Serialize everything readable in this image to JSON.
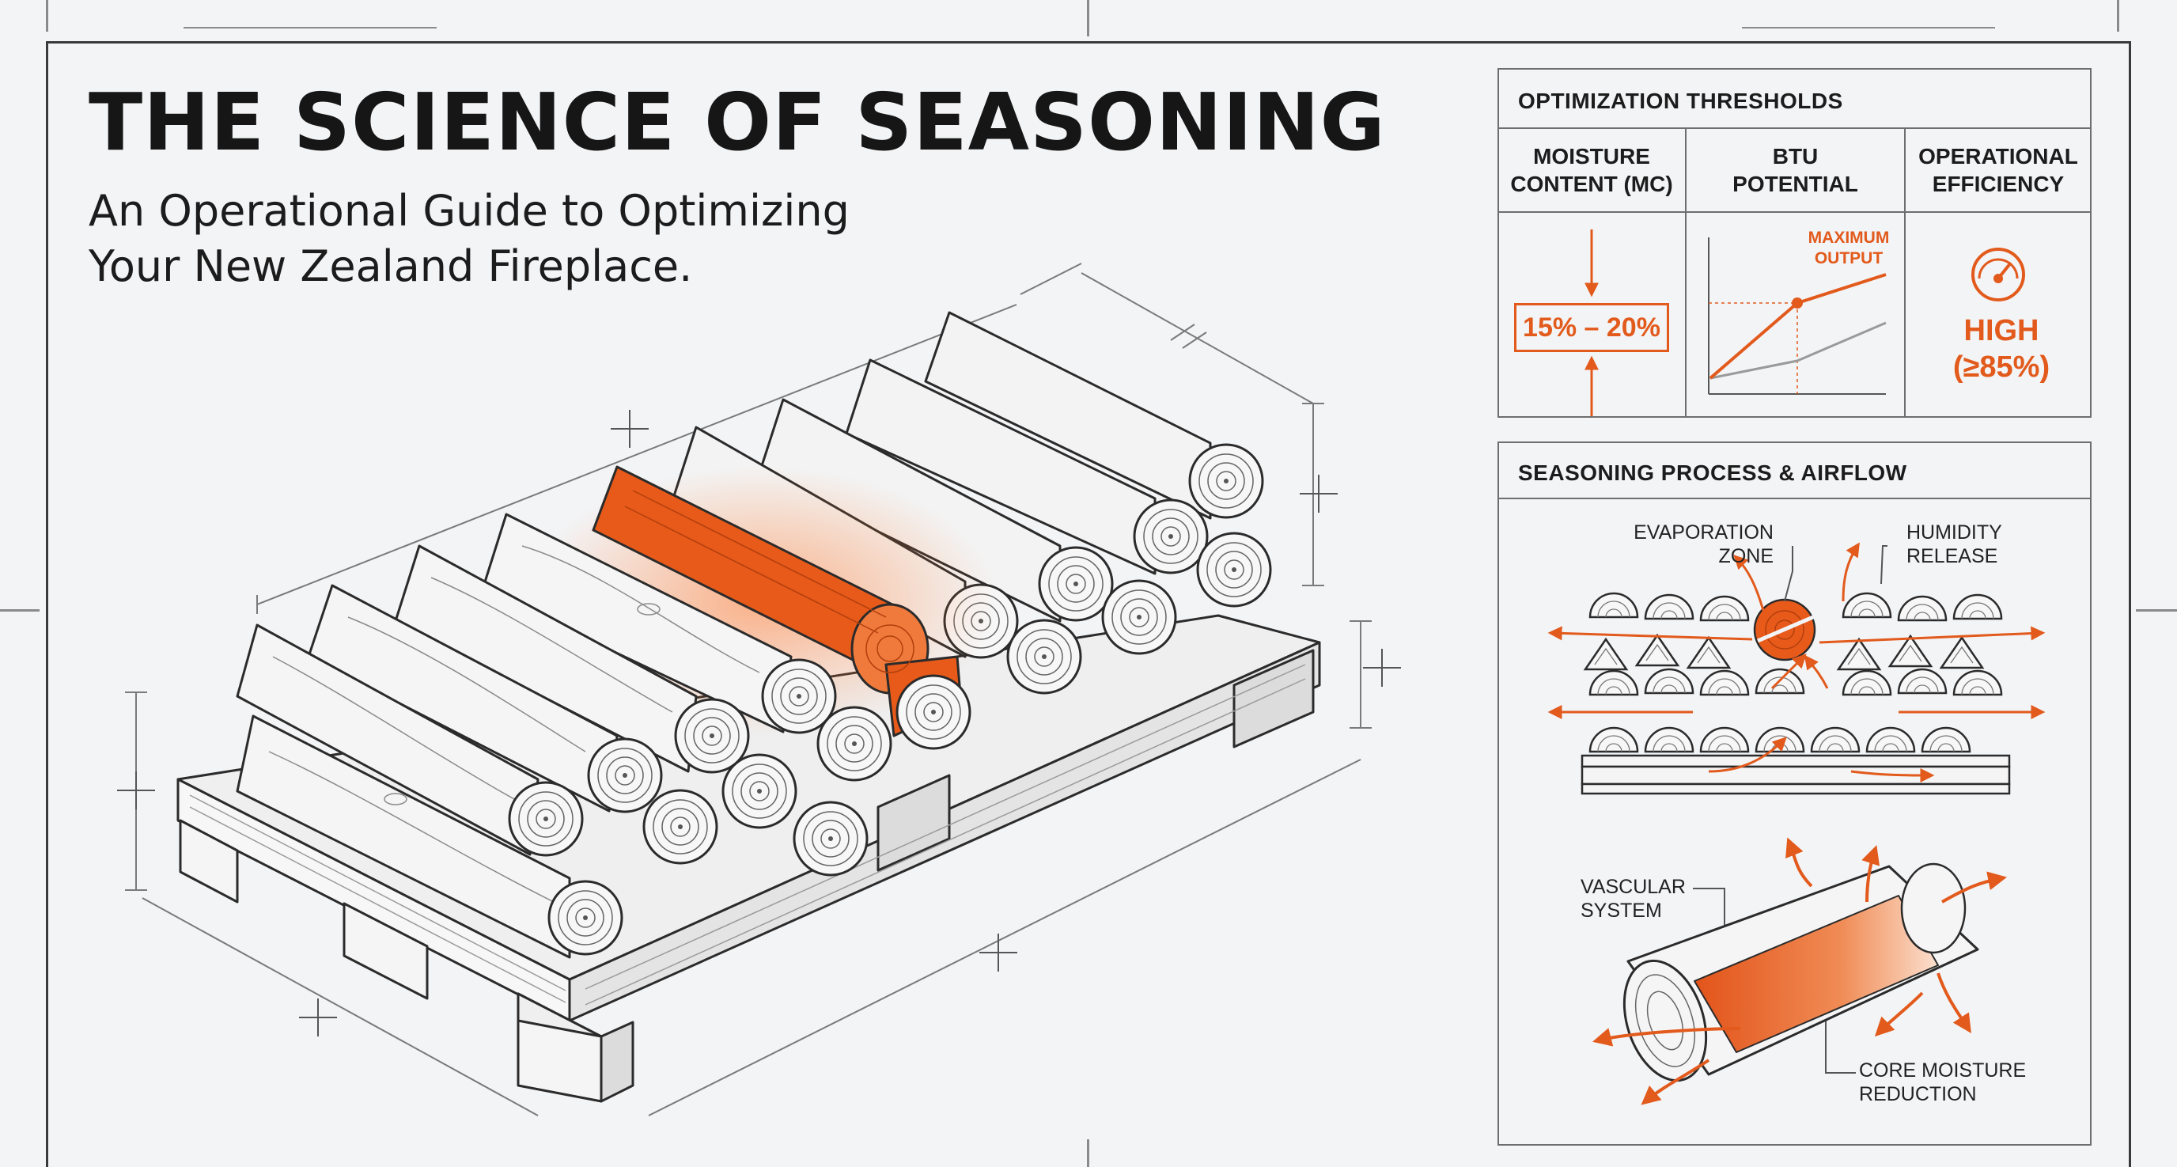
{
  "header": {
    "title": "THE SCIENCE OF SEASONING",
    "subtitle_line1": "An Operational Guide to Optimizing",
    "subtitle_line2": "Your New Zealand Fireplace."
  },
  "thresholds": {
    "title": "OPTIMIZATION THRESHOLDS",
    "moisture": {
      "head1": "MOISTURE",
      "head2": "CONTENT (MC)",
      "range": "15% – 20%"
    },
    "btu": {
      "head1": "BTU",
      "head2": "POTENTIAL",
      "peak1": "MAXIMUM",
      "peak2": "OUTPUT"
    },
    "efficiency": {
      "head1": "OPERATIONAL",
      "head2": "EFFICIENCY",
      "value1": "HIGH",
      "value2": "(≥85%)",
      "icon": "gauge-icon"
    }
  },
  "process": {
    "title": "SEASONING PROCESS & AIRFLOW",
    "evaporation1": "EVAPORATION",
    "evaporation2": "ZONE",
    "humidity1": "HUMIDITY",
    "humidity2": "RELEASE",
    "vascular1": "VASCULAR",
    "vascular2": "SYSTEM",
    "core1": "CORE MOISTURE",
    "core2": "REDUCTION"
  },
  "colors": {
    "accent": "#e25a1c",
    "line": "#2b2b2b",
    "frame": "#3a3a3a",
    "background": "#f3f4f6"
  }
}
